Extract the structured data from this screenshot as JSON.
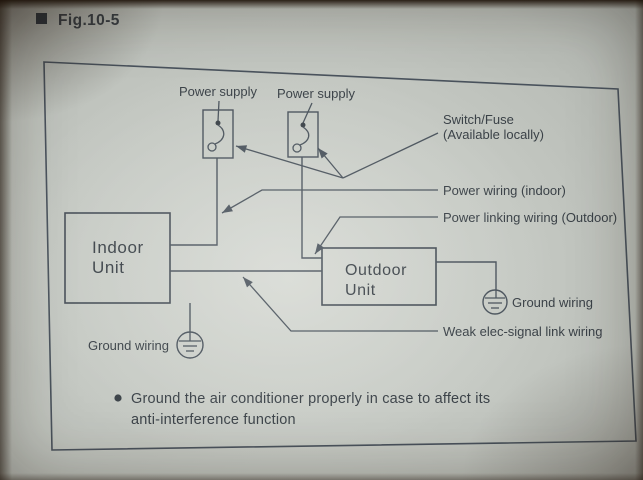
{
  "header": {
    "figure_label": "Fig.10-5"
  },
  "diagram": {
    "labels": {
      "power_supply_left": "Power supply",
      "power_supply_right": "Power supply",
      "switch_fuse": "Switch/Fuse",
      "switch_fuse_availability": "(Available locally)",
      "power_wiring_indoor": "Power wiring (indoor)",
      "power_linking_wiring_outdoor": "Power linking wiring (Outdoor)",
      "weak_signal_wiring": "Weak elec-signal link wiring",
      "ground_wiring_left": "Ground wiring",
      "ground_wiring_right": "Ground wiring"
    },
    "units": {
      "indoor_line1": "Indoor",
      "indoor_line2": "Unit",
      "outdoor_line1": "Outdoor",
      "outdoor_line2": "Unit"
    },
    "icons": {
      "ground_symbol": "earth-ground-icon",
      "switch_symbol": "switch-contact-icon",
      "figure_marker": "square-bullet-icon",
      "note_marker": "round-bullet-icon"
    },
    "colors": {
      "ink": "#3a4147",
      "line": "#4a535c",
      "page": "#c6cac4"
    }
  },
  "note": {
    "line1": "Ground the air conditioner properly in case to affect its",
    "line2": "anti-interference function"
  }
}
